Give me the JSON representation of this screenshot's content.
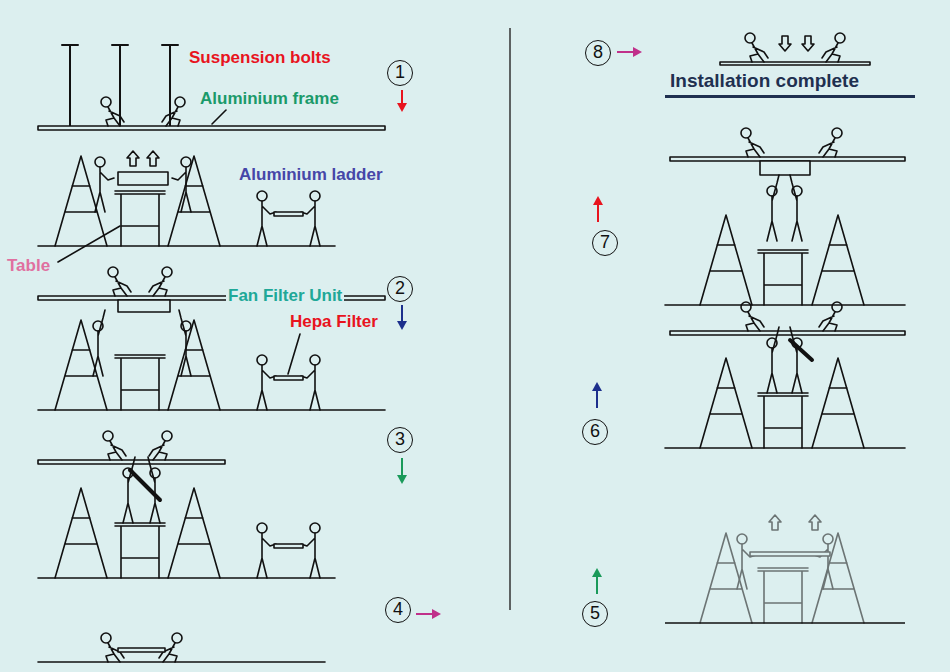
{
  "diagram": {
    "nodes": [
      {
        "text": [
          "1"
        ]
      },
      {
        "text": [
          "2"
        ]
      },
      {
        "text": [
          "3"
        ]
      },
      {
        "text": [
          "4"
        ]
      },
      {
        "text": [
          "5"
        ]
      },
      {
        "text": [
          "6"
        ]
      },
      {
        "text": [
          "7"
        ]
      },
      {
        "text": [
          "8"
        ]
      }
    ],
    "labels": [
      "Suspension bolts",
      "Aluminium frame",
      "Aluminium ladder",
      "Table",
      "Fan Filter Unit",
      "Hepa Filter",
      "Installation complete"
    ]
  }
}
